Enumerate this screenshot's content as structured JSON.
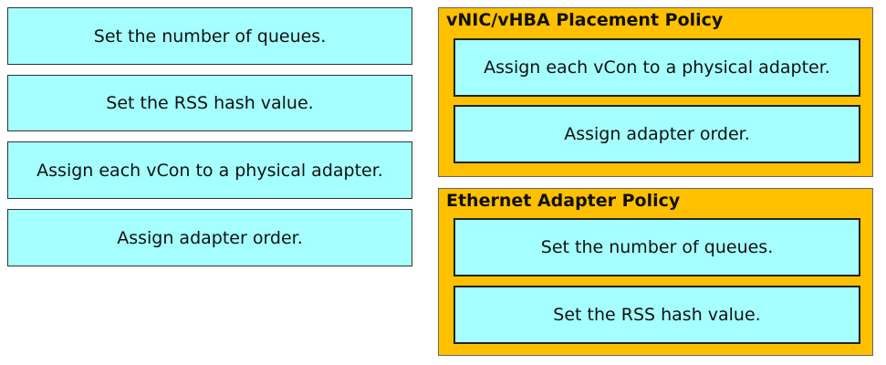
{
  "source_items": [
    "Set the number of queues.",
    "Set the RSS hash value.",
    "Assign each vCon to a physical adapter.",
    "Assign adapter order."
  ],
  "targets": [
    {
      "title": "vNIC/vHBA Placement Policy",
      "answers": [
        "Assign each vCon to a physical adapter.",
        "Assign adapter order."
      ]
    },
    {
      "title": "Ethernet Adapter Policy",
      "answers": [
        "Set the number of queues.",
        "Set the RSS hash value."
      ]
    }
  ],
  "colors": {
    "item_fill": "#a5ffff",
    "group_fill": "#ffc000"
  }
}
